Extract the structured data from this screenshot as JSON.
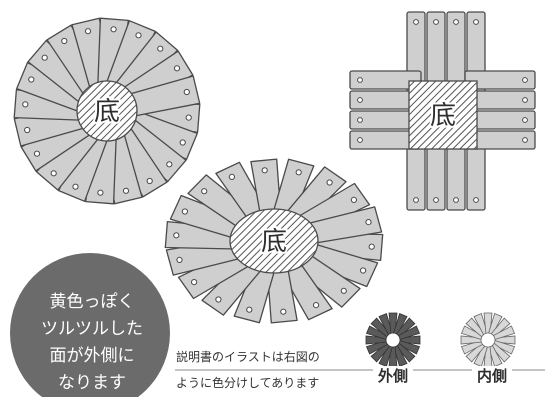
{
  "diagram": {
    "base_label": "底",
    "callout": {
      "lines": [
        "黄色っぽく",
        "ツルツルした",
        "面が外側に",
        "なります"
      ],
      "fill": "#6b6b6b"
    },
    "note": {
      "lines": [
        "説明書のイラストは右図の",
        "ように色分けしてあります"
      ]
    },
    "legend": {
      "outer_label": "外側",
      "inner_label": "内側"
    },
    "colors": {
      "petal_fill": "#cfcfcf",
      "outline": "#4a4a4a",
      "legend_dark": "#5a5a5a",
      "legend_light": "#d8d8d8"
    }
  }
}
